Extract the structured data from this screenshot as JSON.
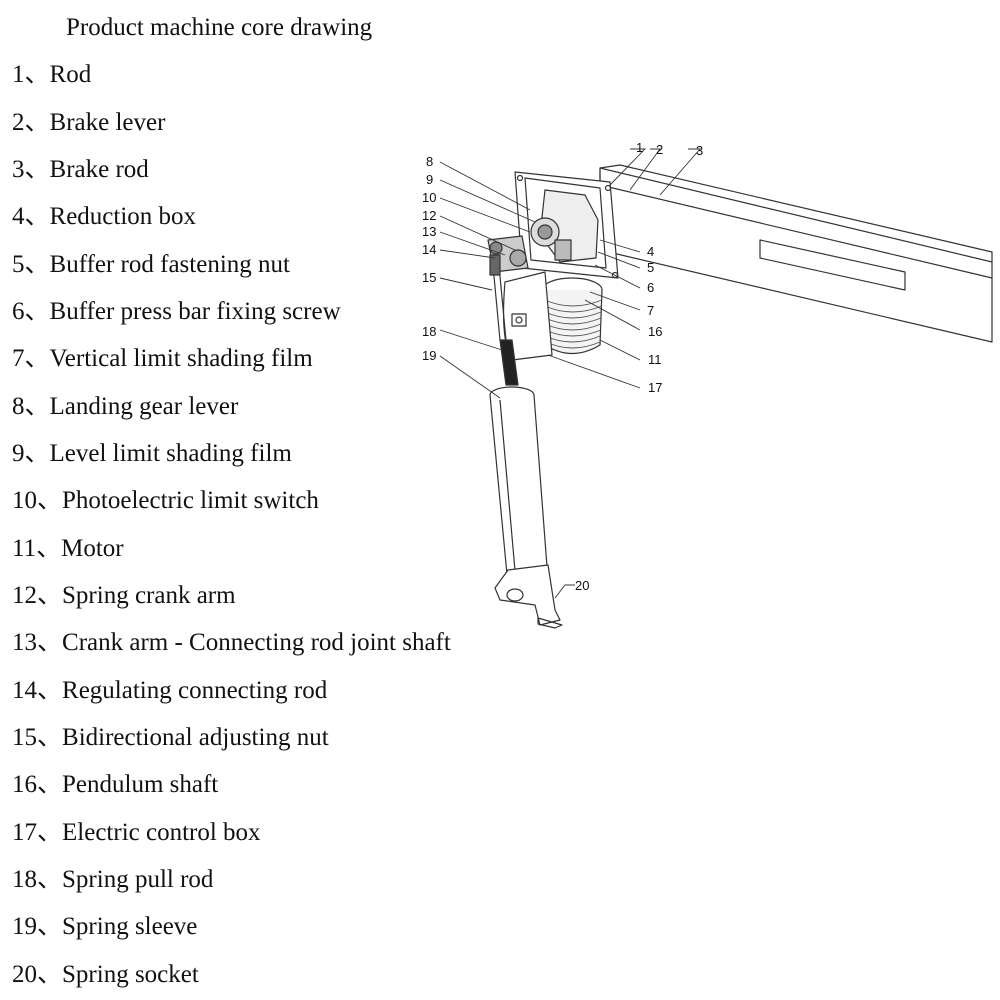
{
  "title": "Product machine core drawing",
  "separator": "、",
  "parts": [
    {
      "num": "1",
      "label": "Rod"
    },
    {
      "num": "2",
      "label": "Brake lever"
    },
    {
      "num": "3",
      "label": "Brake rod"
    },
    {
      "num": "4",
      "label": "Reduction box"
    },
    {
      "num": "5",
      "label": "Buffer rod fastening nut"
    },
    {
      "num": "6",
      "label": "Buffer press bar fixing screw"
    },
    {
      "num": "7",
      "label": "Vertical limit shading film"
    },
    {
      "num": "8",
      "label": "Landing gear lever"
    },
    {
      "num": "9",
      "label": "Level limit shading film"
    },
    {
      "num": "10",
      "label": "Photoelectric limit switch"
    },
    {
      "num": "11",
      "label": "Motor"
    },
    {
      "num": "12",
      "label": "Spring crank arm"
    },
    {
      "num": "13",
      "label": "Crank arm - Connecting rod joint shaft"
    },
    {
      "num": "14",
      "label": "Regulating connecting rod"
    },
    {
      "num": "15",
      "label": "Bidirectional adjusting nut"
    },
    {
      "num": "16",
      "label": "Pendulum shaft"
    },
    {
      "num": "17",
      "label": "Electric control box"
    },
    {
      "num": "18",
      "label": "Spring pull rod"
    },
    {
      "num": "19",
      "label": "Spring sleeve"
    },
    {
      "num": "20",
      "label": "Spring socket"
    }
  ],
  "callouts": [
    "1",
    "2",
    "3",
    "4",
    "5",
    "6",
    "7",
    "8",
    "9",
    "10",
    "11",
    "12",
    "13",
    "14",
    "15",
    "16",
    "17",
    "18",
    "19",
    "20"
  ]
}
